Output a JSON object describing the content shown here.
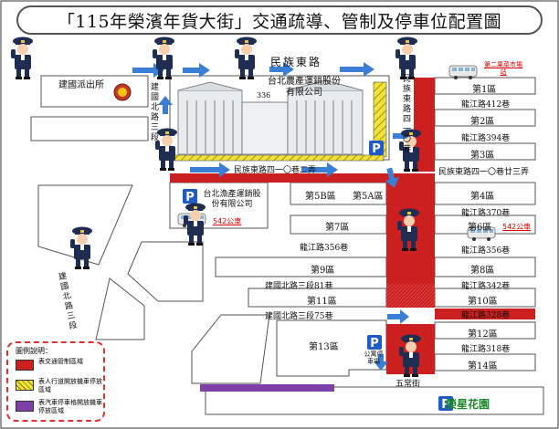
{
  "title": "「115年榮濱年貨大街」交通疏導、管制及停車位配置圖",
  "colors": {
    "control": "#cc1f1f",
    "yellow": "#e6d21e",
    "purple": "#7d3fa8",
    "arrow": "#3a7fd5",
    "parking": "#1e5bc6",
    "green_text": "#1a8a2a",
    "police_uniform": "#1f2d52"
  },
  "roads": {
    "minzu_east": "民族東路",
    "minzu_east_41_2": "民族東路四一〇巷二弄",
    "minzu_east_41_23": "民族東路四一〇巷廿三弄",
    "minzu_east_4_vertical": "民族東路四一〇巷",
    "jianguo_north_3_top": "建國北路三段",
    "jianguo_north_3_left": "建國北路三段",
    "longjiang_412": "龍江路412巷",
    "longjiang_394": "龍江路394巷",
    "longjiang_370": "龍江路370巷",
    "longjiang_356_left": "龍江路356巷",
    "longjiang_356_right": "龍江路356巷",
    "longjiang_342": "龍江路342巷",
    "jianguo_81": "建國北路三段81巷",
    "jianguo_75": "建國北路三段75巷",
    "longjiang_328": "龍江路328巷",
    "longjiang_318": "龍江路318巷",
    "wuchang": "五常街"
  },
  "places": {
    "police": "建國派出所",
    "farmers_market": "台北農產運銷股份有限公司",
    "fish_market": "台北漁產運銷股份有限公司",
    "building_no": "336",
    "public_parking": "公寓停車場",
    "ronxing_park": "榮星花園",
    "second_market": "第二果菜市場站"
  },
  "zones": [
    "第1區",
    "第2區",
    "第3區",
    "第4區",
    "第5B區",
    "第5A區",
    "第6區",
    "第7區",
    "第8區",
    "第9區",
    "第10區",
    "第11區",
    "第12區",
    "第13區",
    "第14區"
  ],
  "bus_labels": {
    "top": "第二果菜市場站",
    "mid": "542公車",
    "right": "542公車"
  },
  "legend": {
    "title": "圖例說明：",
    "items": [
      {
        "text": "表交通管制區域"
      },
      {
        "text": "表人行道開放機車停放區域"
      },
      {
        "text": "表汽車停車格開放機車停放區域"
      }
    ]
  },
  "parking_label": "P"
}
